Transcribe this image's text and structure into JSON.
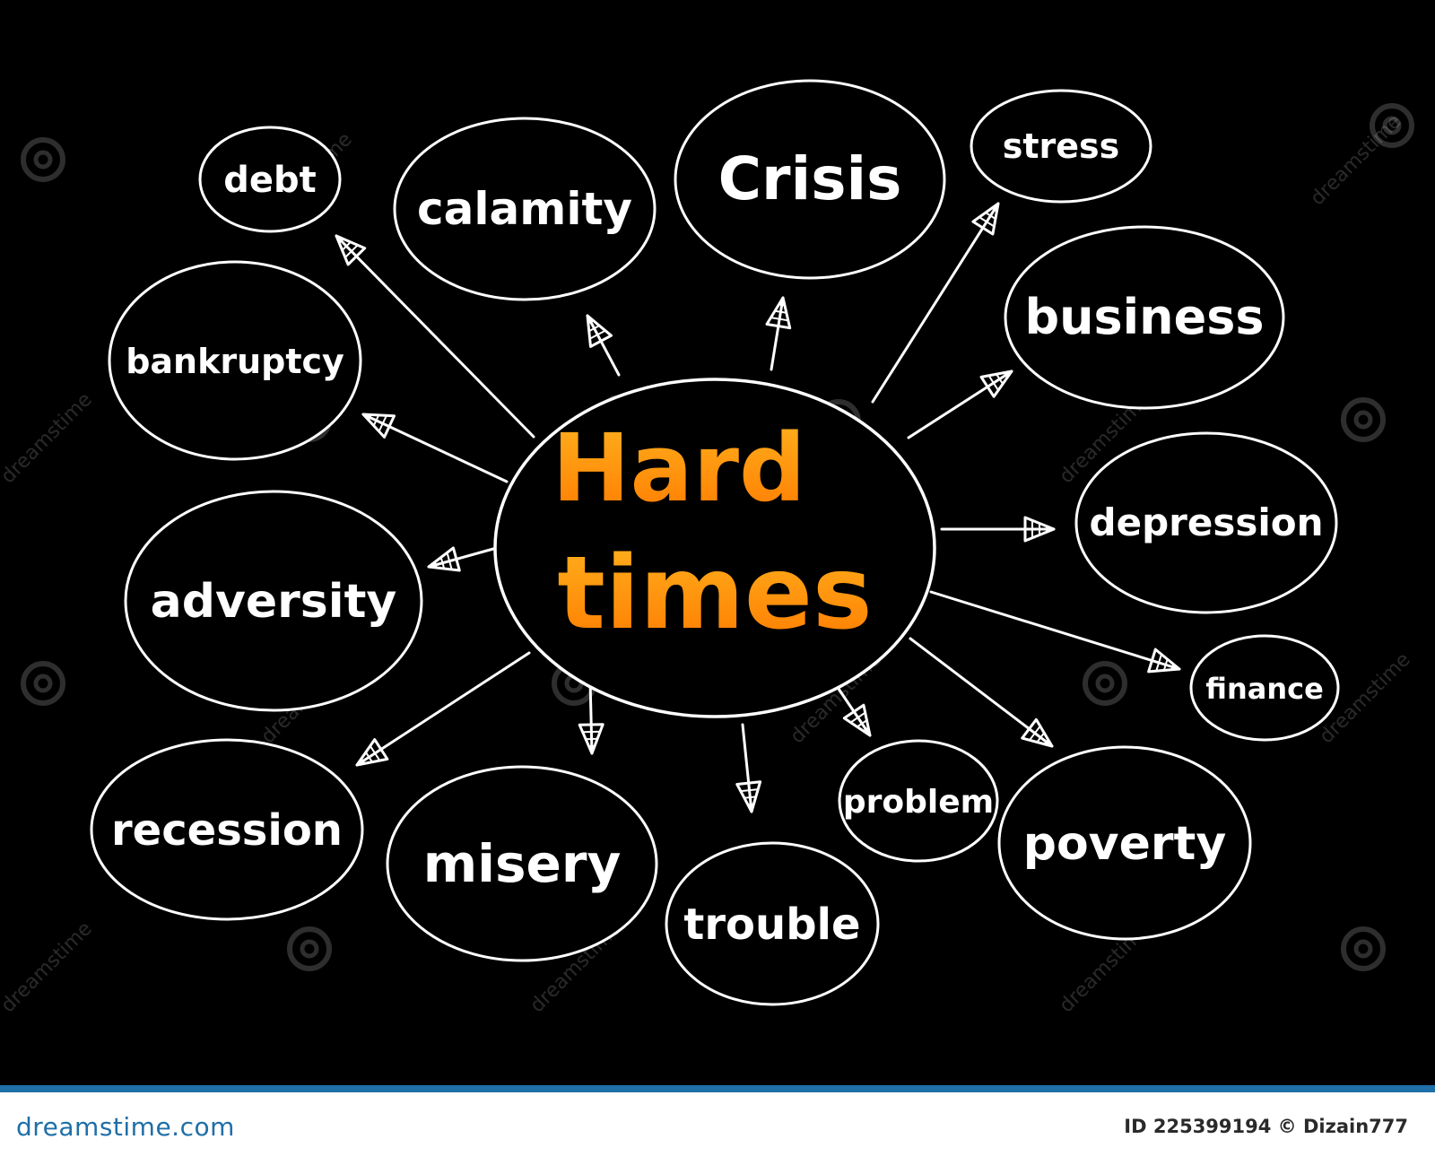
{
  "diagram": {
    "title_line1": "Hard",
    "title_line2": "times",
    "nodes": {
      "debt": "debt",
      "calamity": "calamity",
      "crisis": "Crisis",
      "stress": "stress",
      "business": "business",
      "bankruptcy": "bankruptcy",
      "depression": "depression",
      "adversity": "adversity",
      "finance": "finance",
      "recession": "recession",
      "misery": "misery",
      "trouble": "trouble",
      "problem": "problem",
      "poverty": "poverty"
    }
  },
  "watermark": {
    "text": "dreamstime"
  },
  "footer": {
    "brand": "dreamstime.com",
    "credit": "ID 225399194 © Dizain777"
  },
  "colors": {
    "background": "#000000",
    "stroke": "#ffffff",
    "title_gradient_top": "#ffb21e",
    "title_gradient_bottom": "#ff7a00",
    "footer_accent": "#1f6fa8"
  }
}
